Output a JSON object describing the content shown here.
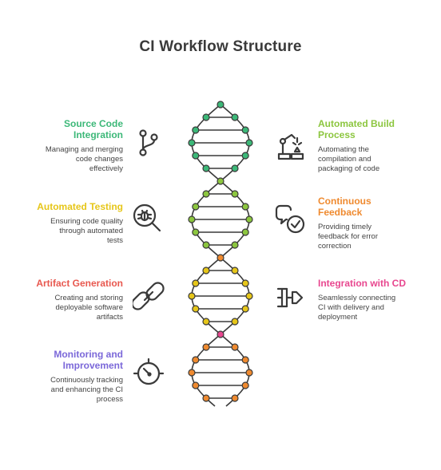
{
  "title": "CI Workflow Structure",
  "steps": [
    {
      "title_lines": [
        "Source Code",
        "Integration"
      ],
      "desc_lines": [
        "Managing and merging",
        "code changes",
        "effectively"
      ],
      "color": "#3cb878",
      "icon": "branch-icon",
      "side": "left"
    },
    {
      "title_lines": [
        "Automated Build",
        "Process"
      ],
      "desc_lines": [
        "Automating the",
        "compilation and",
        "packaging of code"
      ],
      "color": "#8cc63f",
      "icon": "robot-arm-icon",
      "side": "right"
    },
    {
      "title_lines": [
        "Automated Testing"
      ],
      "desc_lines": [
        "Ensuring code quality",
        "through automated",
        "tests"
      ],
      "color": "#e6c619",
      "icon": "bug-search-icon",
      "side": "left"
    },
    {
      "title_lines": [
        "Continuous",
        "Feedback"
      ],
      "desc_lines": [
        "Providing timely",
        "feedback for error",
        "correction"
      ],
      "color": "#ef8a2f",
      "icon": "feedback-check-icon",
      "side": "right"
    },
    {
      "title_lines": [
        "Artifact Generation"
      ],
      "desc_lines": [
        "Creating and storing",
        "deployable software",
        "artifacts"
      ],
      "color": "#e8584f",
      "icon": "chain-link-icon",
      "side": "left"
    },
    {
      "title_lines": [
        "Integration with CD"
      ],
      "desc_lines": [
        "Seamlessly connecting",
        "CI with delivery and",
        "deployment"
      ],
      "color": "#e8478f",
      "icon": "plug-connect-icon",
      "side": "right"
    },
    {
      "title_lines": [
        "Monitoring and",
        "Improvement"
      ],
      "desc_lines": [
        "Continuously tracking",
        "and enhancing the CI",
        "process"
      ],
      "color": "#7b68d9",
      "icon": "gauge-icon",
      "side": "left"
    }
  ]
}
